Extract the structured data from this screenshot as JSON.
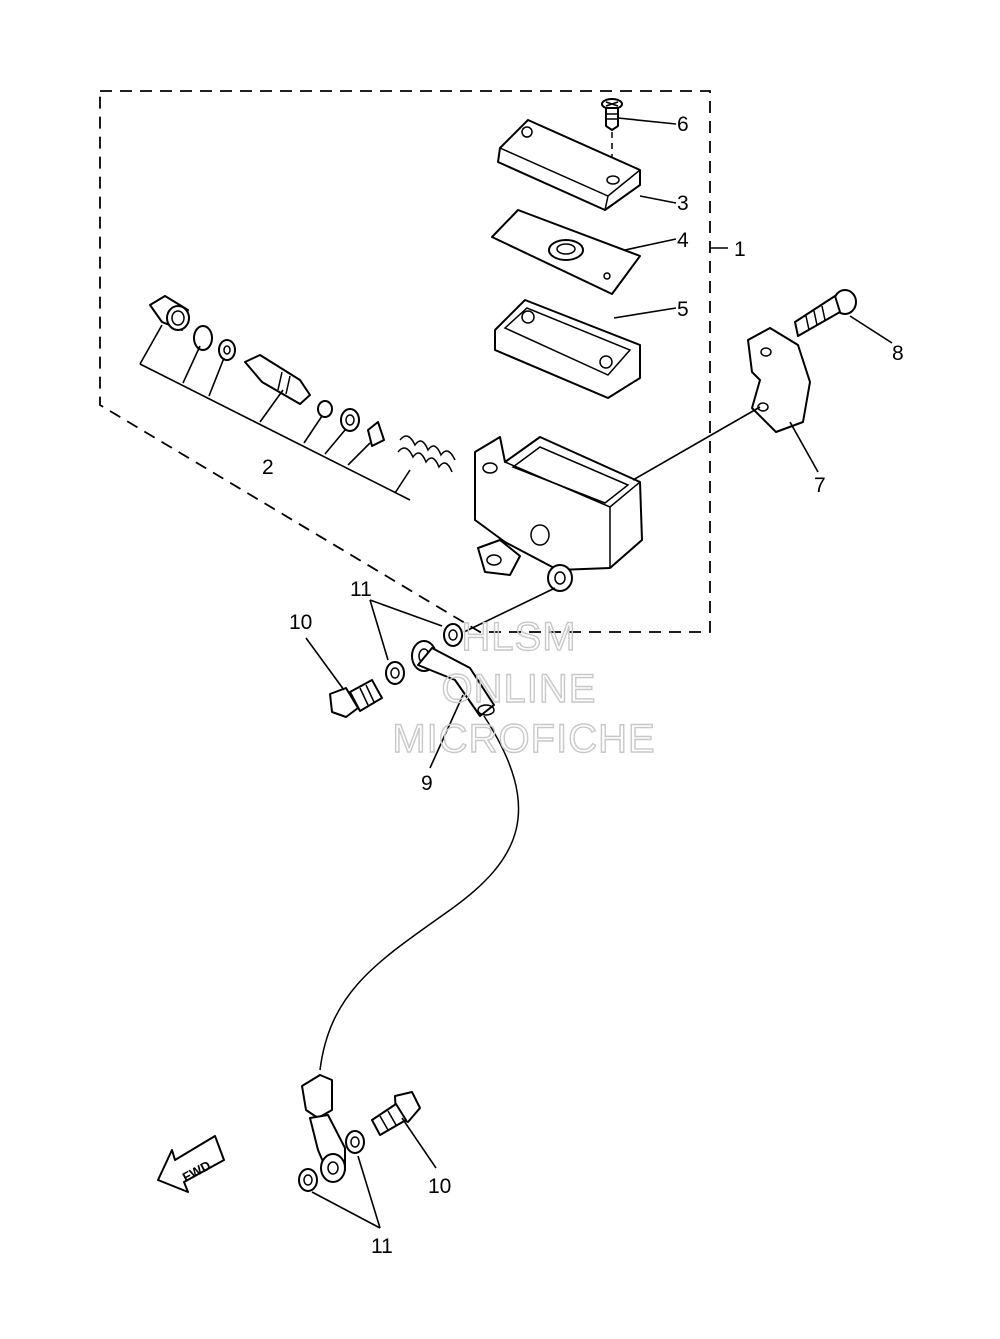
{
  "diagram": {
    "callouts": [
      {
        "id": "c1",
        "label": "1"
      },
      {
        "id": "c2",
        "label": "2"
      },
      {
        "id": "c3",
        "label": "3"
      },
      {
        "id": "c4",
        "label": "4"
      },
      {
        "id": "c5",
        "label": "5"
      },
      {
        "id": "c6",
        "label": "6"
      },
      {
        "id": "c7",
        "label": "7"
      },
      {
        "id": "c8",
        "label": "8"
      },
      {
        "id": "c9",
        "label": "9"
      },
      {
        "id": "c10a",
        "label": "10"
      },
      {
        "id": "c10b",
        "label": "10"
      },
      {
        "id": "c11a",
        "label": "11"
      },
      {
        "id": "c11b",
        "label": "11"
      }
    ],
    "direction_label": "FWD",
    "watermark": [
      "HLSM",
      "ONLINE",
      "MICROFICHE"
    ]
  }
}
